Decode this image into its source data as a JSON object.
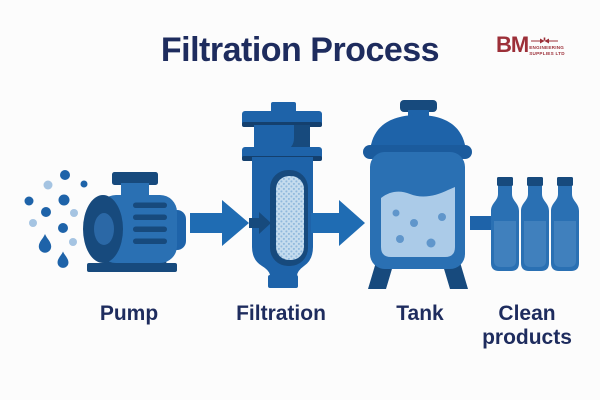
{
  "header": {
    "title": "Filtration Process"
  },
  "logo": {
    "name": "BM",
    "line1": "ENGINEERING",
    "line2": "SUPPLIES LTD"
  },
  "labels": {
    "pump": "Pump",
    "filtration": "Filtration",
    "tank": "Tank",
    "clean_products": "Clean products"
  },
  "icons": [
    "water-droplets-icon",
    "pump-illustration",
    "flow-arrow-icon",
    "inlet-arrow-icon",
    "filter-vessel-illustration",
    "tank-illustration",
    "bottle-icon",
    "valve-icon"
  ],
  "colors": {
    "bg": "#fcfcfc",
    "ink": "#1e2c5e",
    "logo-red": "#9c2f38",
    "blue-dark": "#174a7d",
    "blue-shadowline": "#14406e",
    "blue-mid": "#1e63a9",
    "blue-lid": "#1b5b9d",
    "blue-body": "#2a70b3",
    "blue-arrow": "#1f6cb3",
    "blue-drum-hole": "#2b68a6",
    "blue-light": "#abcbe8",
    "blue-pale": "#a5c4e2",
    "blue-bubble": "#6096cb",
    "blue-fill": "#4080bd",
    "filter-bg": "#c5dcee",
    "filter-dot": "#90b9dd"
  }
}
